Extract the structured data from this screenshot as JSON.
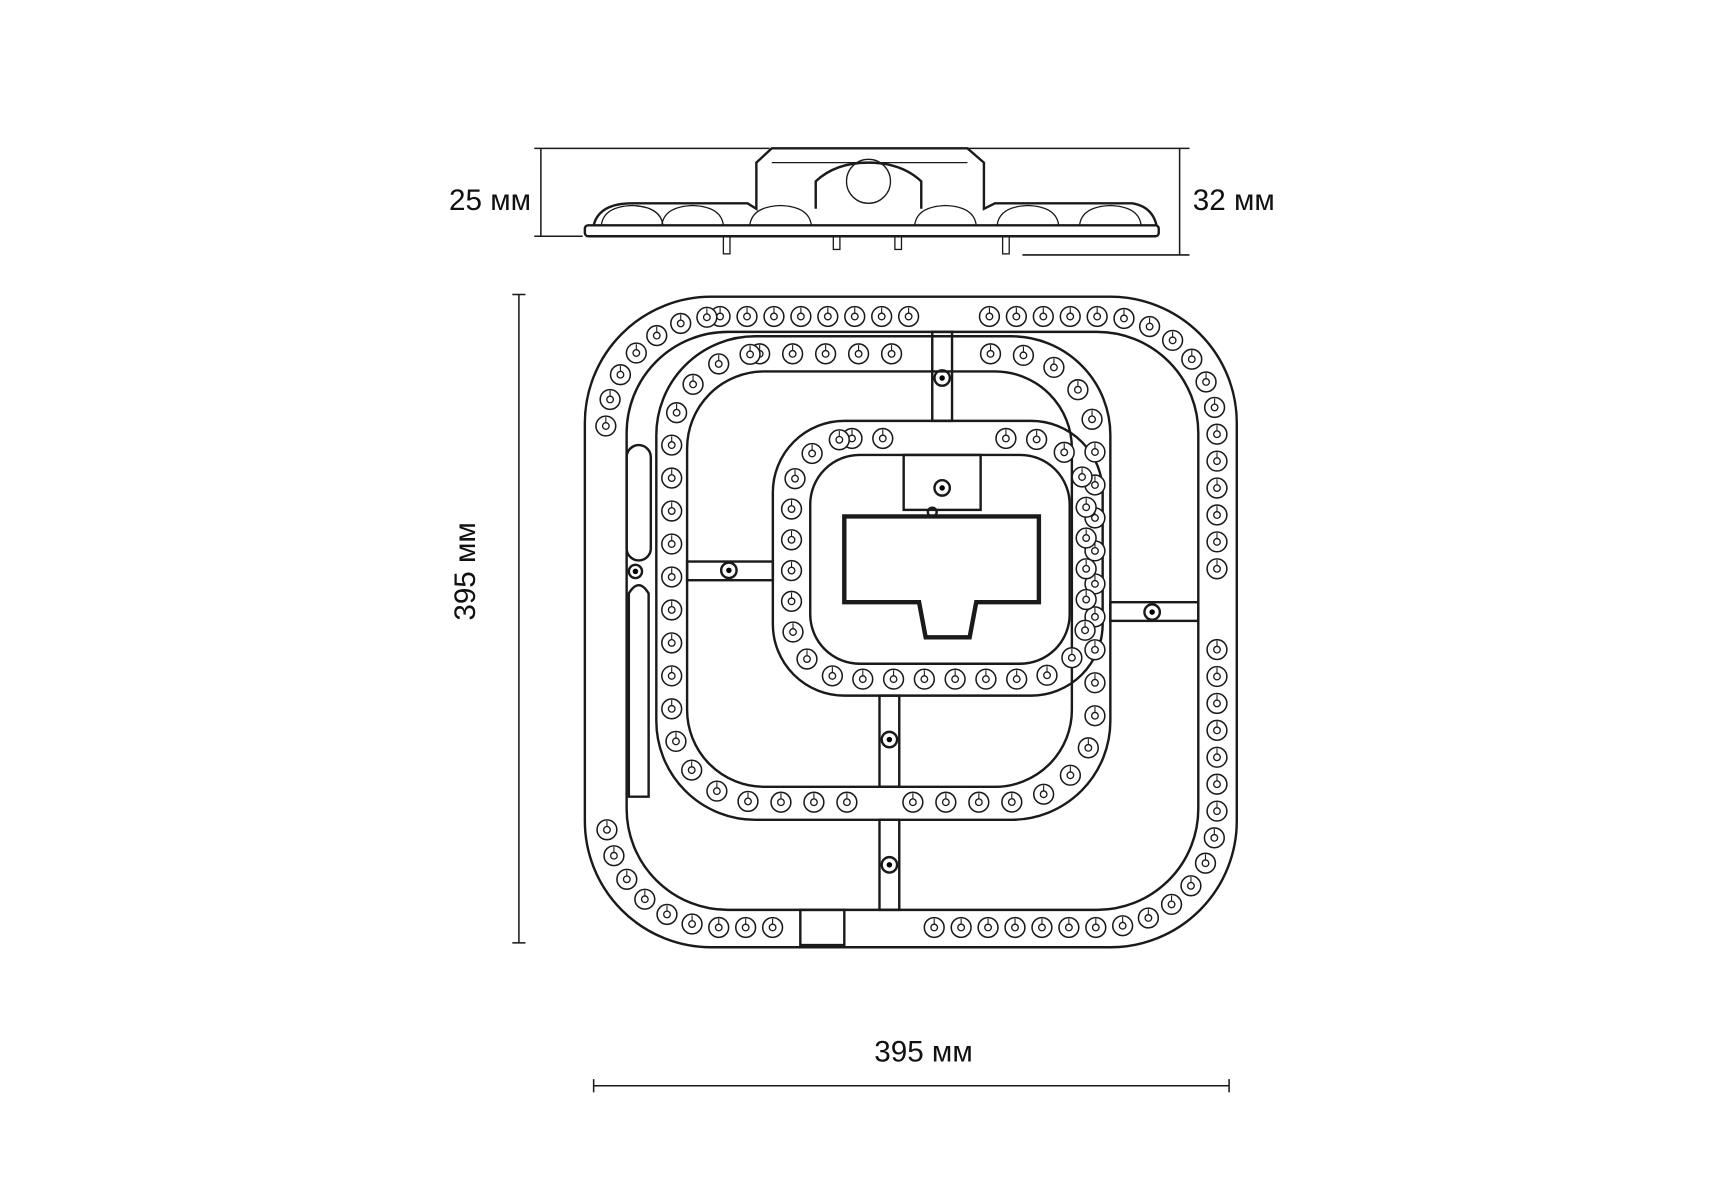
{
  "dimensions": {
    "side_left_height": "25 мм",
    "side_right_height": "32 мм",
    "plate_height": "395 мм",
    "plate_width": "395 мм"
  },
  "colors": {
    "line": "#1a1a1a",
    "background": "#ffffff"
  }
}
